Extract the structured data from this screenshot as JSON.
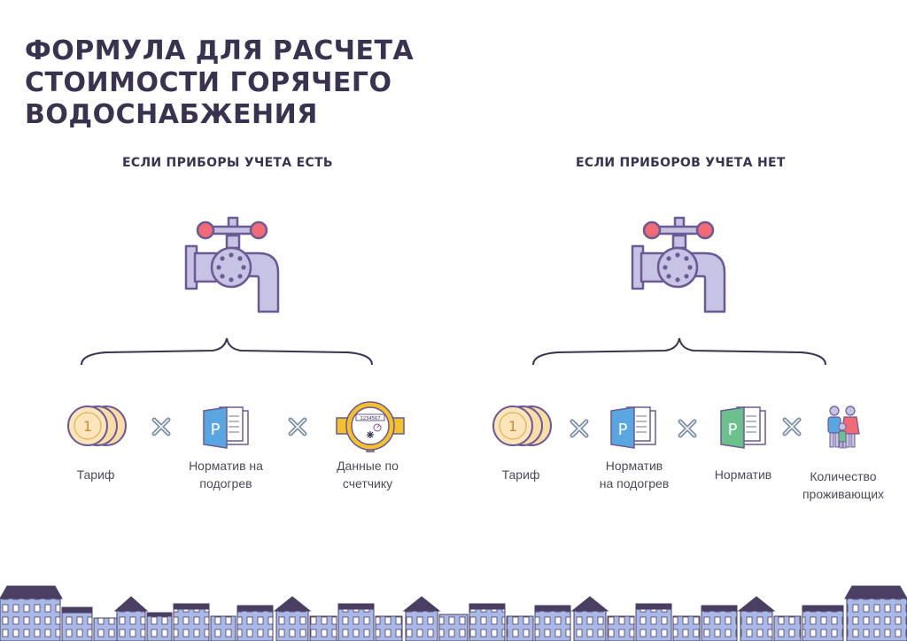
{
  "title_lines": [
    "ФОРМУЛА ДЛЯ РАСЧЕТА",
    "СТОИМОСТИ ГОРЯЧЕГО",
    "ВОДОСНАБЖЕНИЯ"
  ],
  "left": {
    "heading": "ЕСЛИ ПРИБОРЫ УЧЕТА ЕСТЬ",
    "tariff_label": "Тариф",
    "heating_norm_label": [
      "Норматив на",
      "подогрев"
    ],
    "meter_label": [
      "Данные по",
      "счетчику"
    ]
  },
  "right": {
    "heading": "ЕСЛИ ПРИБОРОВ УЧЕТА НЕТ",
    "tariff_label": "Тариф",
    "heating_norm_label": [
      "Норматив",
      "на подогрев"
    ],
    "norm_label": "Норматив",
    "residents_label": [
      "Количество",
      "проживающих"
    ]
  },
  "icons": {
    "coin_text": "1",
    "document_letter": "P",
    "meter_digits": "1234567",
    "faucet": "faucet-icon",
    "coin": "coin-stack-icon",
    "document": "document-icon",
    "meter": "water-meter-icon",
    "family": "family-icon",
    "multiply": "multiply-icon"
  },
  "colors": {
    "text": "#3a3350",
    "faucet_body": "#c7c3e4",
    "faucet_outline": "#6b5a93",
    "handle": "#f06a78",
    "coin": "#f9dca8",
    "doc_blue": "#5aa6e0",
    "doc_green": "#6cc08b",
    "meter": "#f4c02e",
    "house": "#a9b8e6",
    "roof": "#4a3f63"
  }
}
